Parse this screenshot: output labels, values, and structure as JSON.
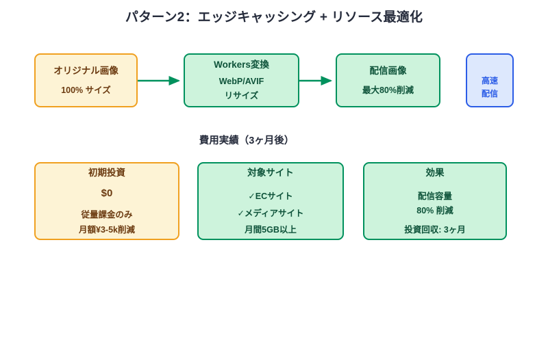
{
  "title": "パターン2：エッジキャッシング + リソース最適化",
  "section_title": "費用実績（3ヶ月後）",
  "colors": {
    "background": "#ffffff",
    "title_text": "#252b3b",
    "amber_border": "#f0a020",
    "amber_fill": "#fdf3d5",
    "amber_text": "#6b3a10",
    "green_border": "#00915d",
    "green_fill": "#cdf3dc",
    "green_text": "#0d5239",
    "blue_border": "#2b5ce6",
    "blue_fill": "#dde8fd",
    "blue_text": "#2b5ce6",
    "arrow": "#00915d"
  },
  "flow": {
    "original": {
      "title": "オリジナル画像",
      "sub": "100% サイズ"
    },
    "workers": {
      "title": "Workers変換",
      "sub": "WebP/AVIF",
      "sub2": "リサイズ"
    },
    "delivery": {
      "title": "配信画像",
      "sub": "最大80%削減"
    },
    "fast": {
      "line1": "高速",
      "line2": "配信"
    }
  },
  "cards": {
    "investment": {
      "head": "初期投資",
      "big": "$0",
      "body1": "従量課金のみ",
      "body2": "月額¥3-5k削減"
    },
    "targets": {
      "head": "対象サイト",
      "body1": "✓ECサイト",
      "body2": "✓メディアサイト",
      "body3": "月間5GB以上"
    },
    "effect": {
      "head": "効果",
      "body1": "配信容量",
      "body2": "80% 削減",
      "body3": "投資回収: 3ヶ月"
    }
  }
}
